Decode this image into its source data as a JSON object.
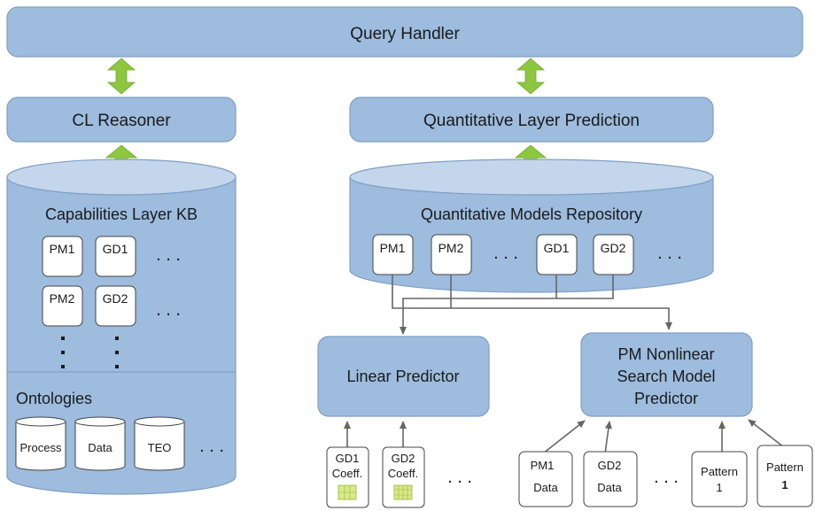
{
  "query_handler": "Query Handler",
  "cl_reasoner": "CL Reasoner",
  "quant_prediction": "Quantitative Layer Prediction",
  "capabilities_kb": {
    "title": "Capabilities Layer KB",
    "items": [
      "PM1",
      "GD1",
      "PM2",
      "GD2"
    ],
    "ellipsis": ". . .",
    "ontologies": {
      "title": "Ontologies",
      "items": [
        "Process",
        "Data",
        "TEO"
      ]
    }
  },
  "quant_repo": {
    "title": "Quantitative Models Repository",
    "items": [
      "PM1",
      "PM2",
      "GD1",
      "GD2"
    ]
  },
  "linear_predictor": "Linear Predictor",
  "nonlinear_predictor": [
    "PM Nonlinear",
    "Search Model",
    "Predictor"
  ],
  "linear_inputs": [
    {
      "line1": "GD1",
      "line2": "Coeff."
    },
    {
      "line1": "GD2",
      "line2": "Coeff."
    }
  ],
  "nonlinear_inputs": [
    {
      "line1": "PM1",
      "line2": "Data"
    },
    {
      "line1": "GD2",
      "line2": "Data"
    },
    {
      "line1": "Pattern",
      "line2": "1"
    },
    {
      "line1": "Pattern",
      "line2": "1"
    }
  ],
  "ellipsis": ". . .",
  "colors": {
    "box": "#9dbcde",
    "arrow": "#8dc63f",
    "cylinder_top": "#c3d6ec"
  }
}
